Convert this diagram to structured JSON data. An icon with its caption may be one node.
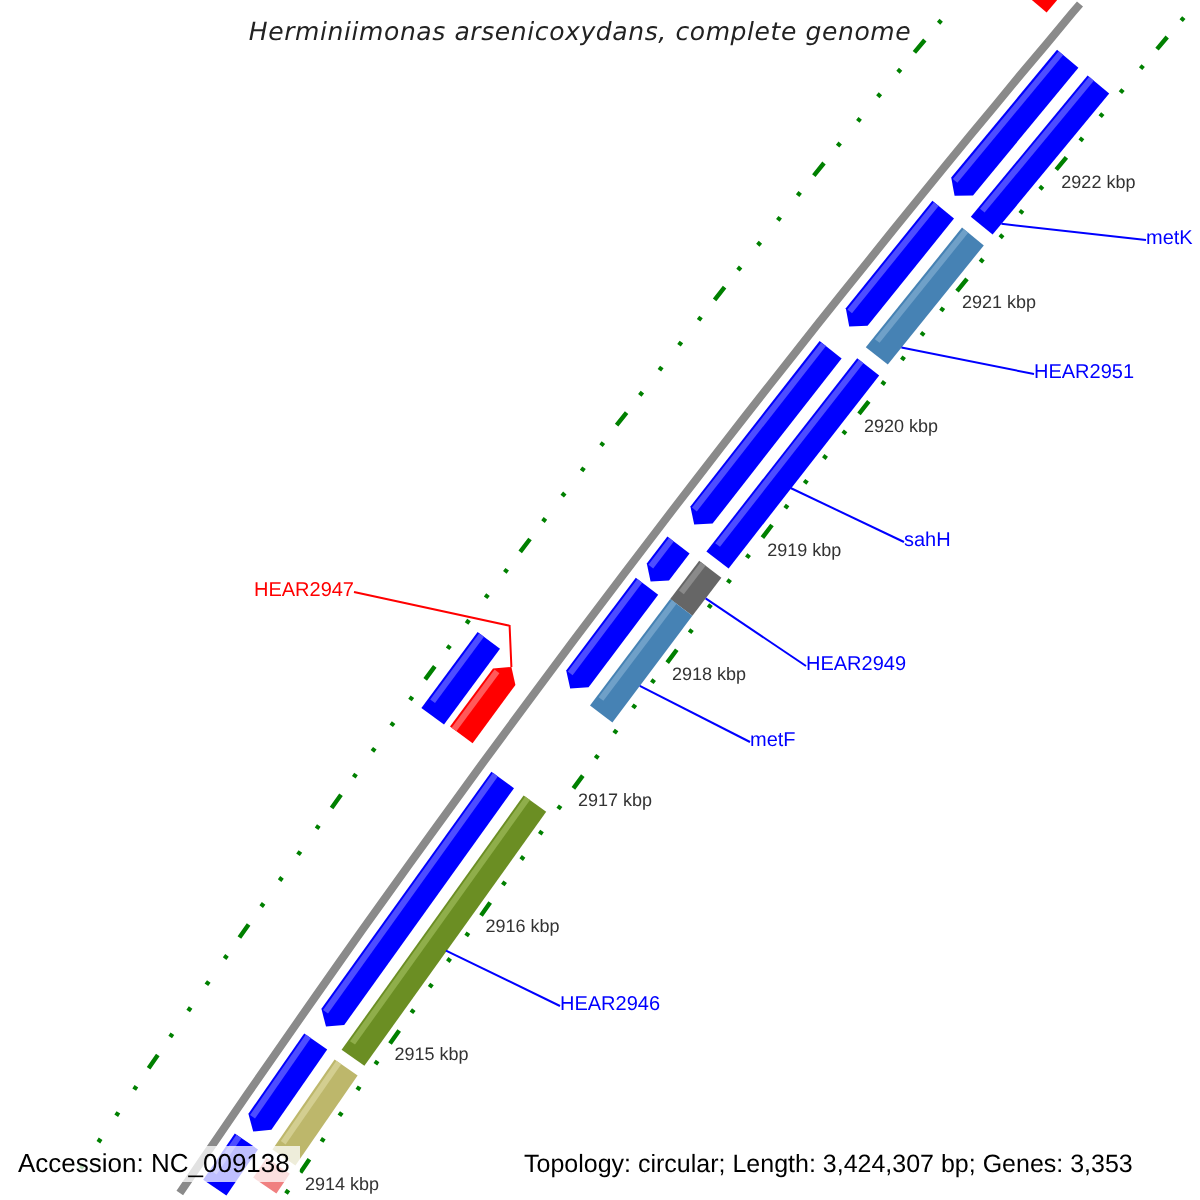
{
  "diagram": {
    "title": "Herminiimonas arsenicoxydans, complete genome",
    "nodes": [
      {
        "text": [
          "metK"
        ]
      },
      {
        "text": [
          "HEAR2951"
        ]
      },
      {
        "text": [
          "sahH"
        ]
      },
      {
        "text": [
          "HEAR2949"
        ]
      },
      {
        "text": [
          "metF"
        ]
      },
      {
        "text": [
          "HEAR2947"
        ]
      },
      {
        "text": [
          "HEAR2946"
        ]
      },
      {
        "text": [],
        "shape": "bar"
      },
      {
        "text": [],
        "shape": "bar"
      },
      {
        "text": [],
        "shape": "bar"
      },
      {
        "text": [],
        "shape": "bar"
      },
      {
        "text": [],
        "shape": "bar"
      },
      {
        "text": [],
        "shape": "bar"
      },
      {
        "text": [],
        "shape": "bar"
      },
      {
        "text": [],
        "shape": "bar"
      },
      {
        "text": [],
        "shape": "bar"
      },
      {
        "text": [],
        "shape": "bar"
      },
      {
        "text": [],
        "shape": "bar"
      },
      {
        "text": [],
        "shape": "bar"
      },
      {
        "text": [],
        "shape": "bar"
      },
      {
        "text": [],
        "shape": "bar"
      },
      {
        "text": [],
        "shape": "bar"
      },
      {
        "text": [],
        "shape": "bar"
      },
      {
        "text": [],
        "shape": "bar"
      },
      {
        "text": [],
        "shape": "bar"
      },
      {
        "text": [],
        "shape": "bar"
      }
    ],
    "edges": [
      {
        "from": 0,
        "to": 9,
        "arrow": "none"
      },
      {
        "from": 1,
        "to": 11,
        "arrow": "none"
      },
      {
        "from": 2,
        "to": 13,
        "arrow": "none"
      },
      {
        "from": 3,
        "to": 15,
        "arrow": "none"
      },
      {
        "from": 4,
        "to": 17,
        "arrow": "none"
      },
      {
        "from": 5,
        "to": 19,
        "arrow": "none",
        "color": "#ff0000"
      },
      {
        "from": 6,
        "to": 21,
        "arrow": "none"
      }
    ],
    "labels": [
      "2922 kbp",
      "2921 kbp",
      "2920 kbp",
      "2919 kbp",
      "2918 kbp",
      "2917 kbp",
      "2916 kbp",
      "2915 kbp",
      "2914 kbp",
      "Accession: NC_009138",
      "Topology: circular; Length: 3,424,307 bp; Genes: 3,353"
    ]
  }
}
